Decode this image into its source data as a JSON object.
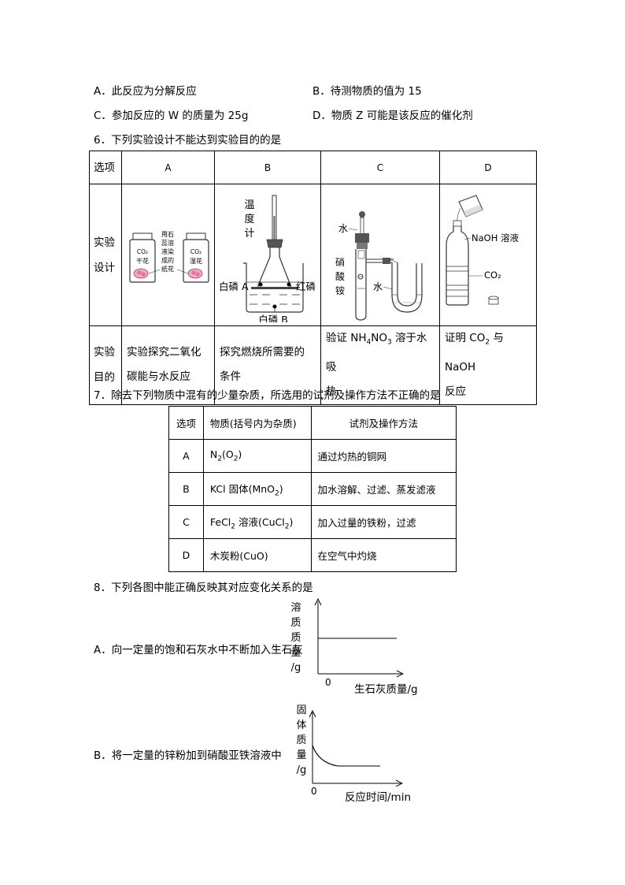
{
  "q5_options": {
    "a": "A．此反应为分解反应",
    "b": "B．待测物质的值为 15",
    "c": "C．参加反应的 W 的质量为 25g",
    "d": "D．物质 Z 可能是该反应的催化剂"
  },
  "q6": {
    "question": "6．下列实验设计不能达到实验目的的是",
    "header": [
      "选项",
      "A",
      "B",
      "C",
      "D"
    ],
    "row_design_label": [
      "实验",
      "设计"
    ],
    "row_purpose_label": [
      "实验",
      "目的"
    ],
    "figA": {
      "jar1": [
        "CO₂",
        "干花"
      ],
      "jar2": [
        "CO₂",
        "湿花"
      ],
      "note": [
        "用石",
        "蕊溶",
        "液染",
        "成的",
        "纸花"
      ]
    },
    "figB": {
      "thermo": [
        "温",
        "度",
        "计"
      ],
      "left": "白磷 A",
      "right": "红磷",
      "bottom": "白磷 B"
    },
    "figC": {
      "water_top": "水",
      "reagent": [
        "硝",
        "酸",
        "铵"
      ],
      "water_side": "水"
    },
    "figD": {
      "naoh": "NaOH 溶液",
      "co2": "CO₂"
    },
    "purposes": {
      "a": [
        "实验探究二氧化",
        "碳能与水反应"
      ],
      "b": [
        "探究燃烧所需要的",
        "条件"
      ],
      "c_prefix": "验证 NH",
      "c_sub1": "4",
      "c_mid": "NO",
      "c_sub2": "3",
      "c_suffix": " 溶于水吸",
      "c_line2": "热",
      "d_prefix": "证明 CO",
      "d_sub": "2",
      "d_suffix": " 与 NaOH",
      "d_line2": "反应"
    }
  },
  "q7": {
    "question": "7．除去下列物质中混有的少量杂质，所选用的试剂及操作方法不正确的是",
    "header": [
      "选项",
      "物质(括号内为杂质)",
      "试剂及操作方法"
    ],
    "rows": [
      {
        "opt": "A",
        "method": "通过灼热的铜网"
      },
      {
        "opt": "B",
        "method": "加水溶解、过滤、蒸发滤液"
      },
      {
        "opt": "C",
        "method": "加入过量的铁粉，过滤"
      },
      {
        "opt": "D",
        "method": "在空气中灼烧"
      }
    ],
    "sub_a": {
      "p1": "N",
      "s1": "2",
      "p2": "(O",
      "s2": "2",
      "p3": ")"
    },
    "sub_b": {
      "p1": "KCl 固体(MnO",
      "s1": "2",
      "p2": ")"
    },
    "sub_c": {
      "p1": "FeCl",
      "s1": "2",
      "p2": " 溶液(CuCl",
      "s2": "2",
      "p3": ")"
    },
    "sub_d": {
      "p1": "木炭粉(CuO)"
    }
  },
  "q8": {
    "question": "8．下列各图中能正确反映其对应变化关系的是",
    "a": {
      "text": "A．向一定量的饱和石灰水中不断加入生石灰",
      "ylabel": [
        "溶",
        "质",
        "质",
        "量",
        "/g"
      ],
      "origin": "0",
      "xlabel": "生石灰质量/g"
    },
    "b": {
      "text": "B．将一定量的锌粉加到硝酸亚铁溶液中",
      "ylabel": [
        "固",
        "体",
        "质",
        "量",
        "/g"
      ],
      "origin": "0",
      "xlabel": "反应时间/min"
    }
  }
}
